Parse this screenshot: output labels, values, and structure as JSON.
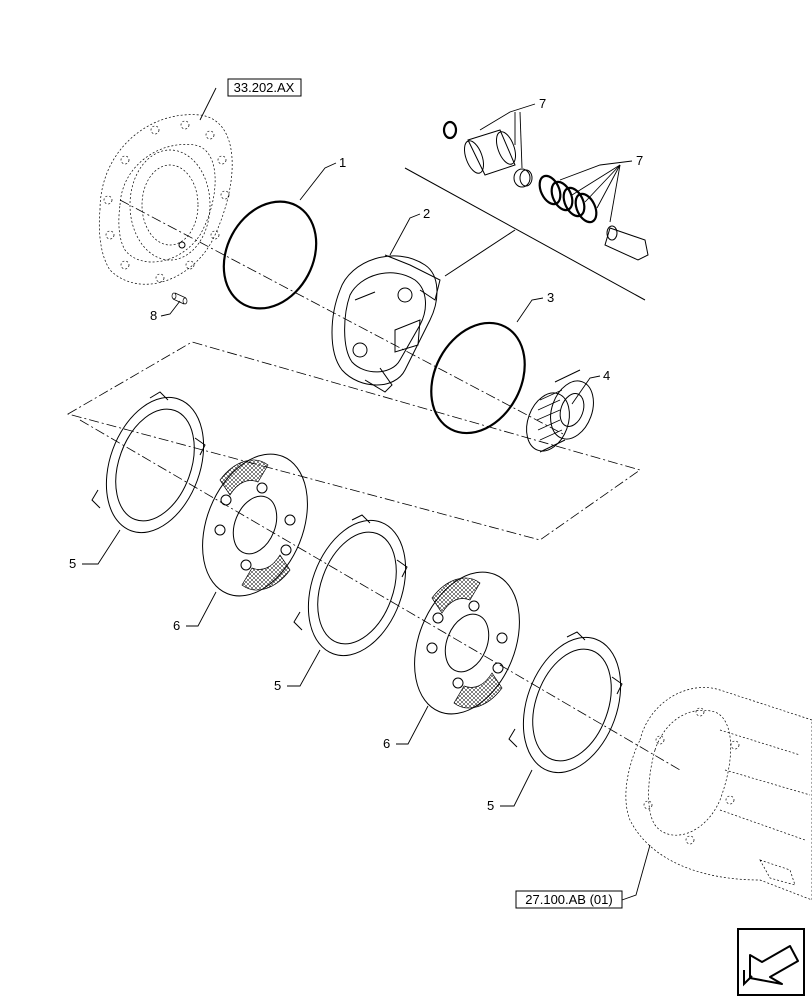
{
  "references": {
    "top_ref": "33.202.AX",
    "bottom_ref": "27.100.AB (01)"
  },
  "callouts": {
    "c1": "1",
    "c2": "2",
    "c3": "3",
    "c4": "4",
    "c5a": "5",
    "c5b": "5",
    "c5c": "5",
    "c6a": "6",
    "c6b": "6",
    "c7a": "7",
    "c7b": "7",
    "c8": "8"
  },
  "icons": {
    "nav": "previous-page-arrow-icon"
  }
}
